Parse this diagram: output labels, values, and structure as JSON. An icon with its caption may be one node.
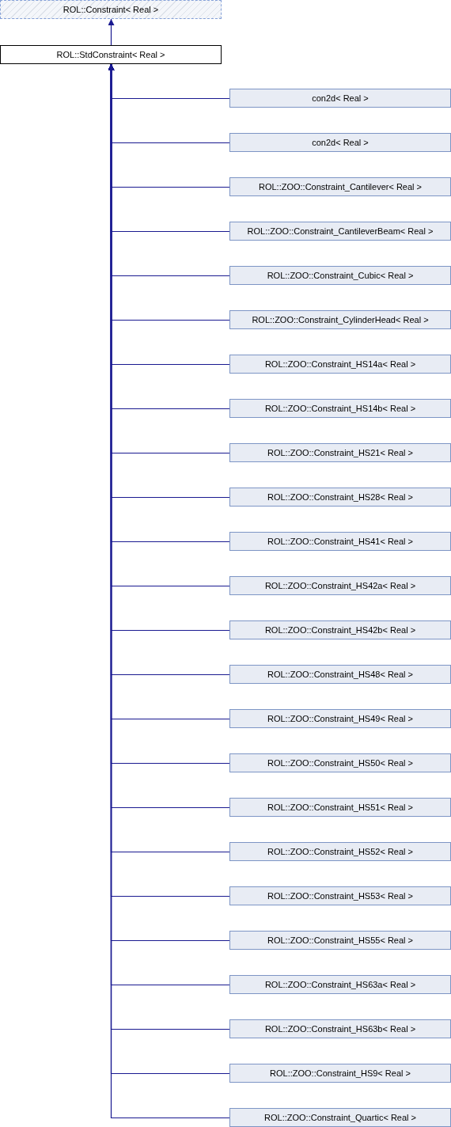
{
  "diagram": {
    "nodes": [
      {
        "text": [
          "ROL::Constraint< Real >"
        ]
      },
      {
        "text": [
          "ROL::StdConstraint< Real >"
        ]
      },
      {
        "text": [
          "con2d< Real >"
        ]
      },
      {
        "text": [
          "con2d< Real >"
        ]
      },
      {
        "text": [
          "ROL::ZOO::Constraint_Cantilever< Real >"
        ]
      },
      {
        "text": [
          "ROL::ZOO::Constraint_CantileverBeam< Real >"
        ]
      },
      {
        "text": [
          "ROL::ZOO::Constraint_Cubic< Real >"
        ]
      },
      {
        "text": [
          "ROL::ZOO::Constraint_CylinderHead< Real >"
        ]
      },
      {
        "text": [
          "ROL::ZOO::Constraint_HS14a< Real >"
        ]
      },
      {
        "text": [
          "ROL::ZOO::Constraint_HS14b< Real >"
        ]
      },
      {
        "text": [
          "ROL::ZOO::Constraint_HS21< Real >"
        ]
      },
      {
        "text": [
          "ROL::ZOO::Constraint_HS28< Real >"
        ]
      },
      {
        "text": [
          "ROL::ZOO::Constraint_HS41< Real >"
        ]
      },
      {
        "text": [
          "ROL::ZOO::Constraint_HS42a< Real >"
        ]
      },
      {
        "text": [
          "ROL::ZOO::Constraint_HS42b< Real >"
        ]
      },
      {
        "text": [
          "ROL::ZOO::Constraint_HS48< Real >"
        ]
      },
      {
        "text": [
          "ROL::ZOO::Constraint_HS49< Real >"
        ]
      },
      {
        "text": [
          "ROL::ZOO::Constraint_HS50< Real >"
        ]
      },
      {
        "text": [
          "ROL::ZOO::Constraint_HS51< Real >"
        ]
      },
      {
        "text": [
          "ROL::ZOO::Constraint_HS52< Real >"
        ]
      },
      {
        "text": [
          "ROL::ZOO::Constraint_HS53< Real >"
        ]
      },
      {
        "text": [
          "ROL::ZOO::Constraint_HS55< Real >"
        ]
      },
      {
        "text": [
          "ROL::ZOO::Constraint_HS63a< Real >"
        ]
      },
      {
        "text": [
          "ROL::ZOO::Constraint_HS63b< Real >"
        ]
      },
      {
        "text": [
          "ROL::ZOO::Constraint_HS9< Real >"
        ]
      },
      {
        "text": [
          "ROL::ZOO::Constraint_Quartic< Real >"
        ]
      }
    ],
    "edges": [
      {
        "from": 1,
        "to": 0,
        "arrow": "to"
      },
      {
        "from": 2,
        "to": 1,
        "arrow": "to"
      },
      {
        "from": 3,
        "to": 1,
        "arrow": "to"
      },
      {
        "from": 4,
        "to": 1,
        "arrow": "to"
      },
      {
        "from": 5,
        "to": 1,
        "arrow": "to"
      },
      {
        "from": 6,
        "to": 1,
        "arrow": "to"
      },
      {
        "from": 7,
        "to": 1,
        "arrow": "to"
      },
      {
        "from": 8,
        "to": 1,
        "arrow": "to"
      },
      {
        "from": 9,
        "to": 1,
        "arrow": "to"
      },
      {
        "from": 10,
        "to": 1,
        "arrow": "to"
      },
      {
        "from": 11,
        "to": 1,
        "arrow": "to"
      },
      {
        "from": 12,
        "to": 1,
        "arrow": "to"
      },
      {
        "from": 13,
        "to": 1,
        "arrow": "to"
      },
      {
        "from": 14,
        "to": 1,
        "arrow": "to"
      },
      {
        "from": 15,
        "to": 1,
        "arrow": "to"
      },
      {
        "from": 16,
        "to": 1,
        "arrow": "to"
      },
      {
        "from": 17,
        "to": 1,
        "arrow": "to"
      },
      {
        "from": 18,
        "to": 1,
        "arrow": "to"
      },
      {
        "from": 19,
        "to": 1,
        "arrow": "to"
      },
      {
        "from": 20,
        "to": 1,
        "arrow": "to"
      },
      {
        "from": 21,
        "to": 1,
        "arrow": "to"
      },
      {
        "from": 22,
        "to": 1,
        "arrow": "to"
      },
      {
        "from": 23,
        "to": 1,
        "arrow": "to"
      },
      {
        "from": 24,
        "to": 1,
        "arrow": "to"
      },
      {
        "from": 25,
        "to": 1,
        "arrow": "to"
      }
    ]
  }
}
